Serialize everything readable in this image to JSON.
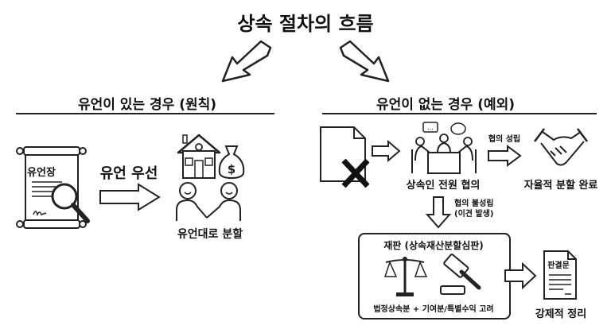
{
  "title": "상속 절차의 흐름",
  "left": {
    "header": "유언이 있는 경우 (원칙)",
    "will_label": "유언장",
    "priority_label": "유언 우선",
    "result_label": "유언대로 분할"
  },
  "right": {
    "header": "유언이 없는 경우 (예외)",
    "meeting_label": "상속인 전원 협의",
    "agreement_label": "협의 성립",
    "agreement_result": "자율적 분할 완료",
    "disagreement_label": "협의 불성립",
    "disagreement_sub": "(이견 발생)",
    "court_title": "재판 (상속재산분할심판)",
    "court_criteria": "법정상속분 + 기여분/특별수익 고려",
    "judgment_doc": "판결문",
    "judgment_result": "강제적 정리"
  }
}
